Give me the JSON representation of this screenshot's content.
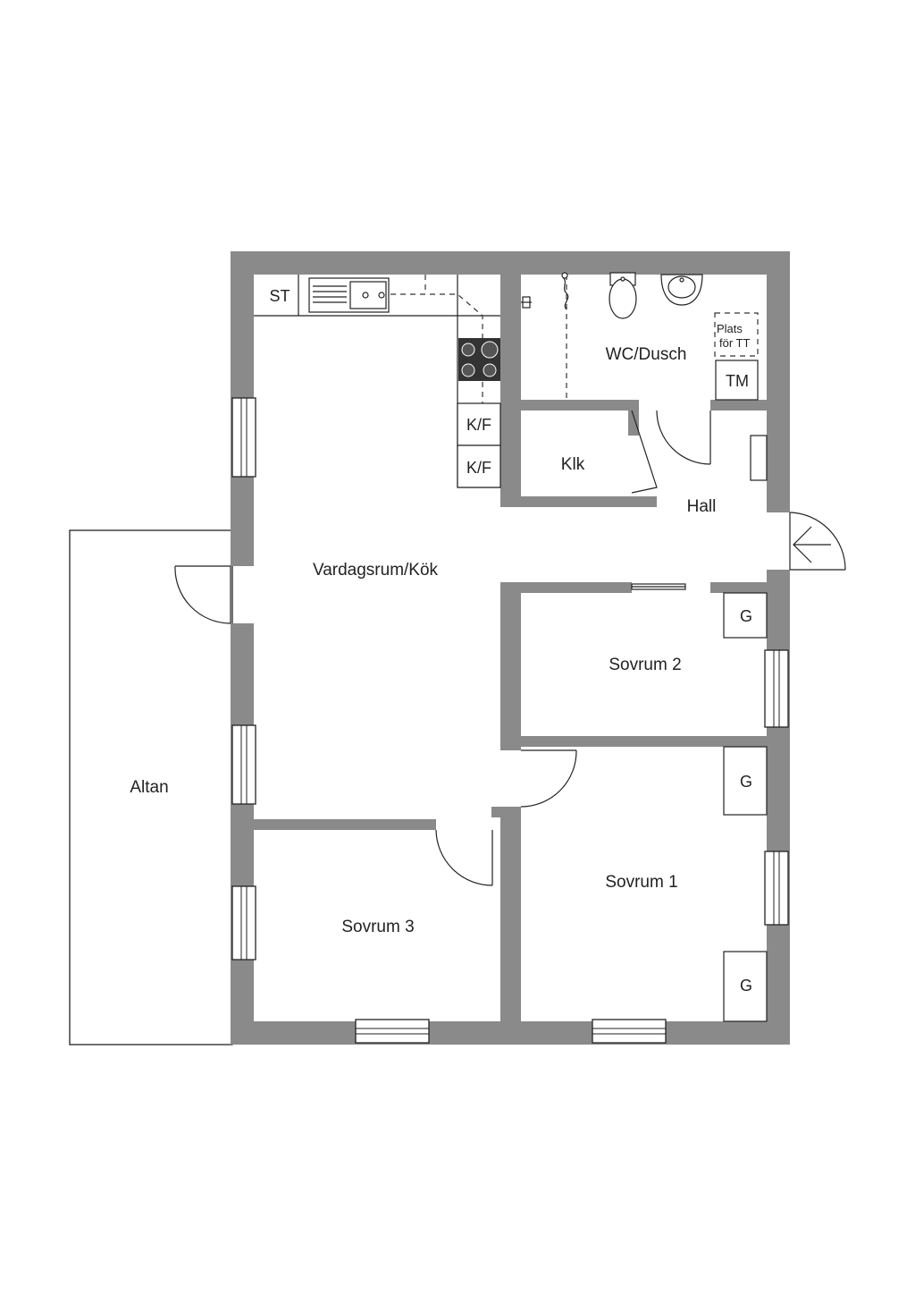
{
  "rooms": {
    "vardagsrum": "Vardagsrum/Kök",
    "wc": "WC/Dusch",
    "klk": "Klk",
    "hall": "Hall",
    "sovrum1": "Sovrum 1",
    "sovrum2": "Sovrum 2",
    "sovrum3": "Sovrum 3",
    "altan": "Altan"
  },
  "fixtures": {
    "st": "ST",
    "kf": "K/F",
    "tm": "TM",
    "g": "G",
    "plats_line1": "Plats",
    "plats_line2": "för TT"
  },
  "colors": {
    "wall": "#8a8a8a",
    "line": "#222222",
    "background": "#ffffff"
  }
}
